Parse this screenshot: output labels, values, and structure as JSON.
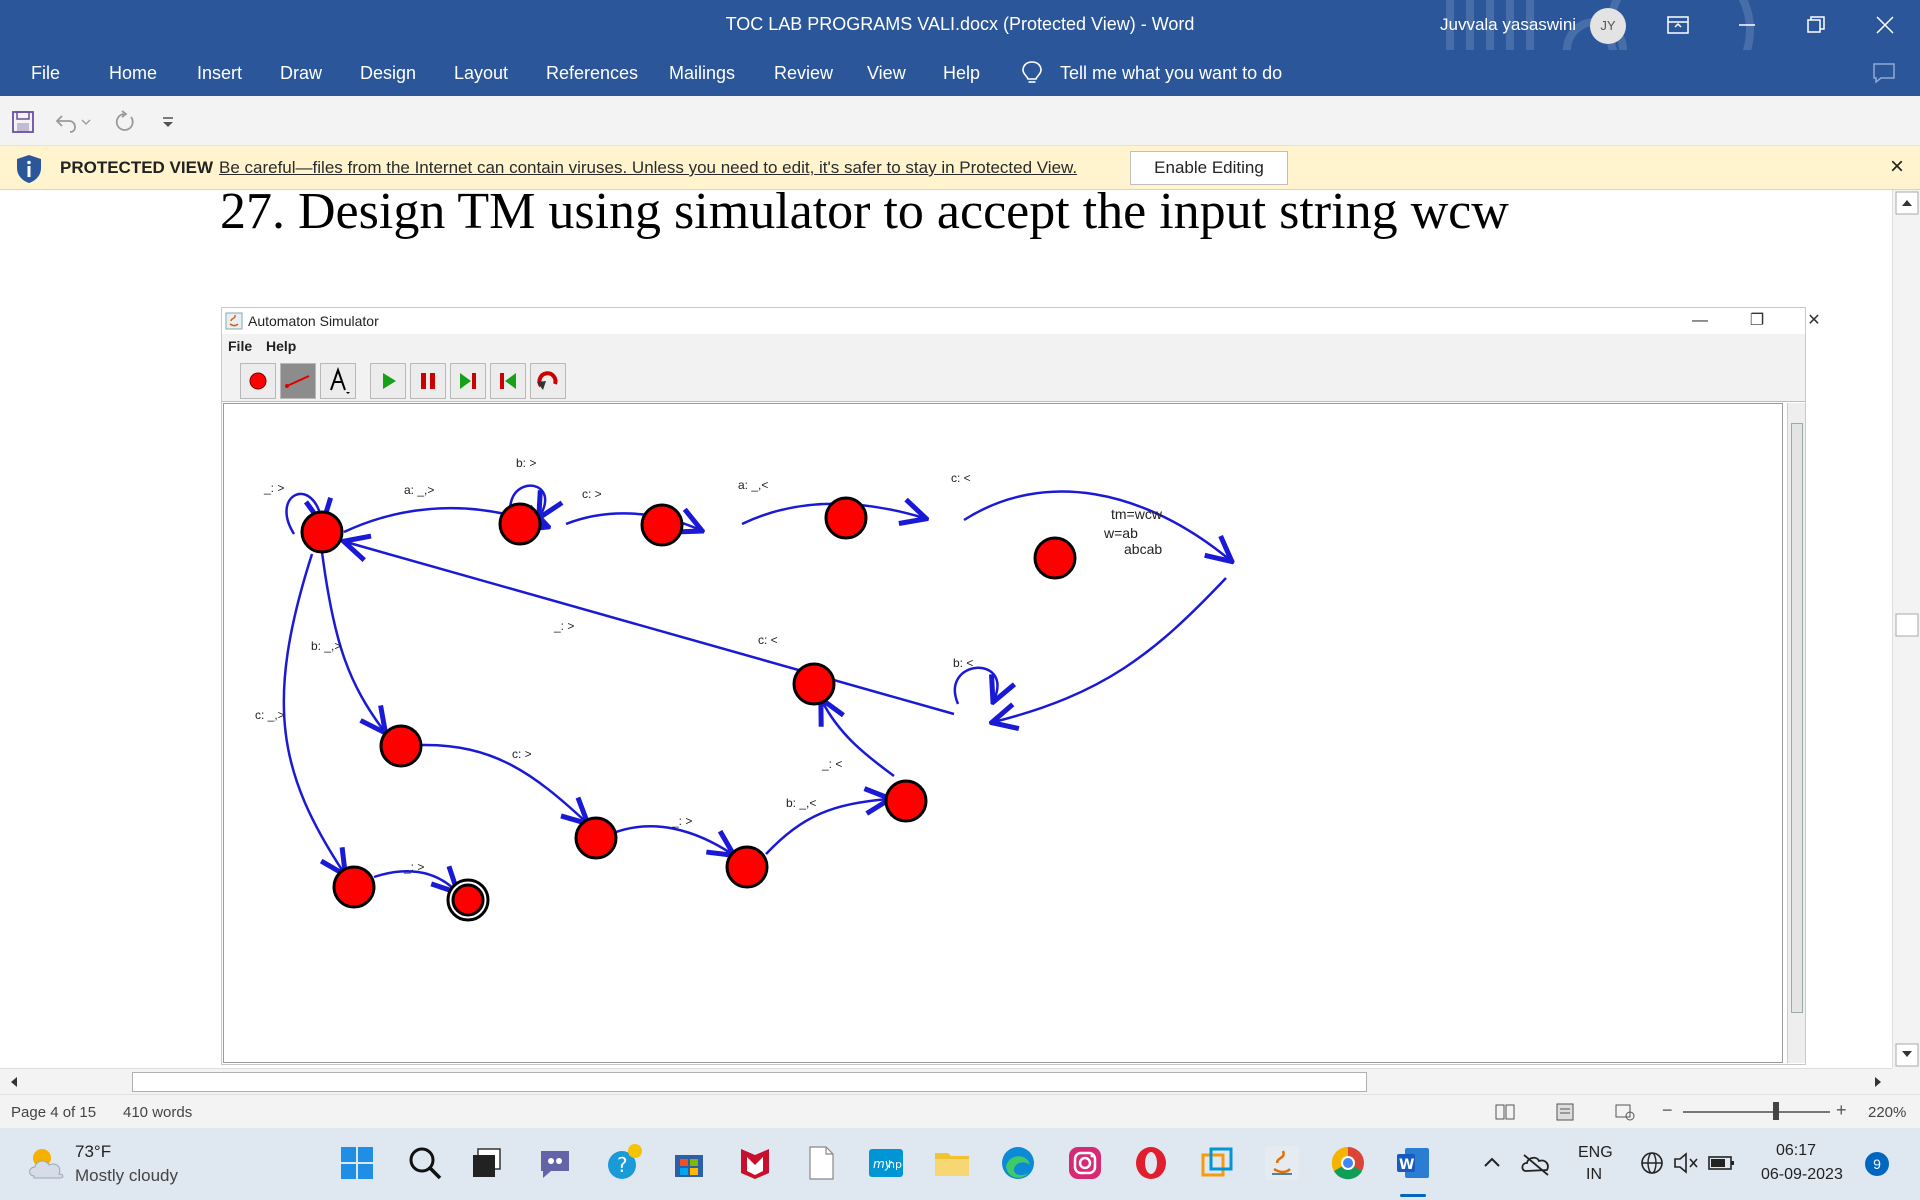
{
  "window": {
    "title": "TOC LAB PROGRAMS VALI.docx (Protected View)  -  Word",
    "user_name": "Juvvala yasaswini",
    "user_initials": "JY"
  },
  "ribbon": {
    "tabs": [
      "File",
      "Home",
      "Insert",
      "Draw",
      "Design",
      "Layout",
      "References",
      "Mailings",
      "Review",
      "View",
      "Help"
    ],
    "tell_me": "Tell me what you want to do"
  },
  "protected_view": {
    "label": "PROTECTED VIEW",
    "message": "Be careful—files from the Internet can contain viruses. Unless you need to edit, it's safer to stay in Protected View.",
    "enable_button": "Enable Editing"
  },
  "document": {
    "heading": "27. Design TM using simulator to accept the input string  wcw"
  },
  "simulator": {
    "title": "Automaton Simulator",
    "menus": [
      "File",
      "Help"
    ],
    "toolbar": [
      "state-tool-icon",
      "transition-tool-icon",
      "text-tool-icon",
      "play-icon",
      "pause-icon",
      "step-icon",
      "reset-icon",
      "undo-icon"
    ],
    "notes": [
      "tm=wcw",
      "w=ab",
      "abcab"
    ],
    "transition_labels": [
      "_: >",
      "a: _,>",
      "b: >",
      "c: >",
      "a: _,<",
      "c: <",
      "_: >",
      "c: <",
      "b: <",
      "b: _,>",
      "c: _,>",
      "c: >",
      "_: <",
      "b: _,<",
      "_: >",
      "_: >"
    ]
  },
  "statusbar": {
    "page": "Page 4 of 15",
    "words": "410 words",
    "zoom": "220%"
  },
  "taskbar": {
    "weather_temp": "73°F",
    "weather_desc": "Mostly cloudy",
    "lang_line1": "ENG",
    "lang_line2": "IN",
    "time": "06:17",
    "date": "06-09-2023",
    "notification_count": "9"
  },
  "colors": {
    "word_blue": "#2b579a",
    "state_fill": "#ff0000",
    "transition": "#1a1ad6",
    "protected_bar": "#fff4ce"
  }
}
